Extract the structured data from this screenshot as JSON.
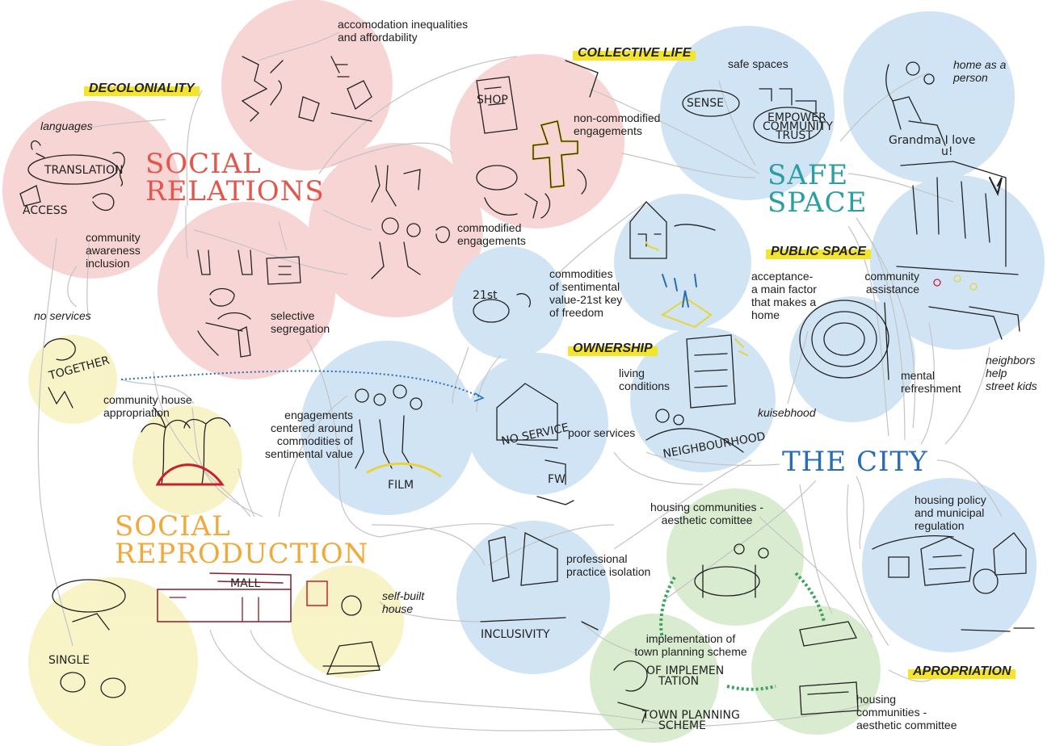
{
  "colors": {
    "pink": "#f8d3d3",
    "blue": "#cfe3f4",
    "yellow": "#f8f3c4",
    "green": "#d8ebcd",
    "social_relations": "#e3564b",
    "safe_space": "#2a9fa3",
    "the_city": "#2a6db5",
    "social_reproduction": "#f2a93b",
    "tag_highlight": "#f4e42b",
    "link_dotted": "#2a6db5",
    "link_green": "#3aa55a",
    "connector": "#c4c4c4"
  },
  "headings": {
    "social_relations": [
      "SOCIAL",
      "RELATIONS"
    ],
    "safe_space": [
      "SAFE",
      "SPACE"
    ],
    "the_city": "THE CITY",
    "social_reproduction": [
      "SOCIAL",
      "REPRODUCTION"
    ]
  },
  "tags": {
    "decoloniality": "DECOLONIALITY",
    "collective_life": "COLLECTIVE LIFE",
    "public_space": "PUBLIC SPACE",
    "ownership": "OWNERSHIP",
    "apropriation": "APROPRIATION"
  },
  "labels": {
    "accomodation": [
      "accomodation inequalities",
      "and affordability"
    ],
    "safe_spaces": "safe spaces",
    "home_as_person": [
      "home as a",
      "person"
    ],
    "languages": "languages",
    "community_awareness": [
      "community",
      "awareness",
      "inclusion"
    ],
    "non_commodified": [
      "non-commodified",
      "engagements"
    ],
    "commodified": [
      "commodified",
      "engagements"
    ],
    "commodities_sentimental": [
      "commodities",
      "of sentimental",
      "value-21st key",
      "of freedom"
    ],
    "acceptance": [
      "acceptance-",
      "a main factor",
      "that makes a",
      "home"
    ],
    "community_assistance": [
      "community",
      "assistance"
    ],
    "no_services": "no services",
    "selective_segregation": [
      "selective",
      "segregation"
    ],
    "neighbors": [
      "neighbors",
      "help",
      "street kids"
    ],
    "mental_refreshment": [
      "mental",
      "refreshment"
    ],
    "living_conditions": [
      "living",
      "conditions"
    ],
    "community_house": [
      "community house",
      "appropriation"
    ],
    "engagements_centered": [
      "engagements",
      "centered around",
      "commodities of",
      "sentimental value"
    ],
    "poor_services": "poor services",
    "kuisebhood": "kuisebhood",
    "housing_aesthetic_top": [
      "housing communities -",
      "aesthetic comittee"
    ],
    "housing_policy": [
      "housing policy",
      "and municipal",
      "regulation"
    ],
    "professional_practice": [
      "professional",
      "practice isolation"
    ],
    "self_built": [
      "self-built",
      "house"
    ],
    "implementation": [
      "implementation of",
      "town planning scheme"
    ],
    "housing_aesthetic_bottom": [
      "housing",
      "communities -",
      "aesthetic committee"
    ]
  },
  "sketch_words": {
    "translation": "TRANSLATION",
    "access": "ACCESS",
    "together": "TOGETHER",
    "no_service": "NO SERVICE",
    "mall": "MALL",
    "single": "SINGLE",
    "inclusivity": "INCLUSIVITY",
    "sense": "SENSE",
    "empower": [
      "EMPOWER",
      "COMMUNITY",
      "TRUST"
    ],
    "twenty_one": "21st",
    "neighbourhood": "NEIGHBOURHOOD",
    "film": "FILM",
    "of_implementation": [
      "OF IMPLEMEN",
      "TATION"
    ],
    "town_planning": [
      "TOWN PLANNING",
      "SCHEME"
    ],
    "grandma": [
      "Grandma I love",
      "u!"
    ],
    "shop": "SHOP",
    "fw": "FW"
  }
}
